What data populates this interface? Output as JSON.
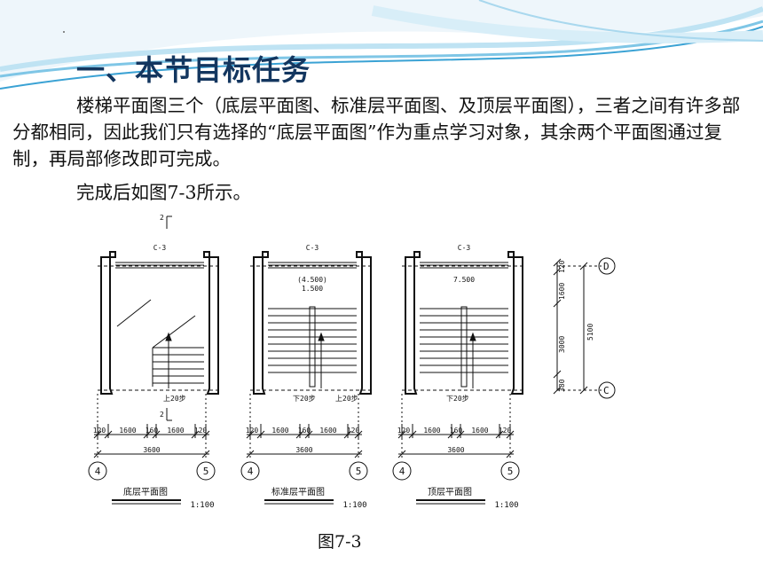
{
  "slide": {
    "title": "一、本节目标任务",
    "paragraph1": "楼梯平面图三个（底层平面图、标准层平面图、及顶层平面图），三者之间有许多部分都相同，因此我们只有选择的“底层平面图”作为重点学习对象，其余两个平面图通过复制，再局部修改即可完成。",
    "paragraph2": "完成后如图7-3所示。",
    "figure_caption": "图7-3"
  },
  "drawing": {
    "window_label": "C-3",
    "section_mark": "2",
    "plans": [
      {
        "name": "底层平面图",
        "scale": "1:100",
        "arrow_labels": [
          "上20步"
        ],
        "level": ""
      },
      {
        "name": "标准层平面图",
        "scale": "1:100",
        "arrow_labels": [
          "下20步",
          "上20步"
        ],
        "level": "(4.500)",
        "level2": "1.500"
      },
      {
        "name": "顶层平面图",
        "scale": "1:100",
        "arrow_labels": [
          "下20步"
        ],
        "level": "7.500"
      }
    ],
    "dim_segments": [
      "120",
      "1600",
      "160",
      "1600",
      "120"
    ],
    "dim_total": "3600",
    "axis_left": "4",
    "axis_right": "5",
    "axis_top": "D",
    "axis_bottom": "C",
    "vert_dims": [
      "120",
      "1600",
      "3000",
      "380"
    ],
    "vert_total": "5100"
  }
}
